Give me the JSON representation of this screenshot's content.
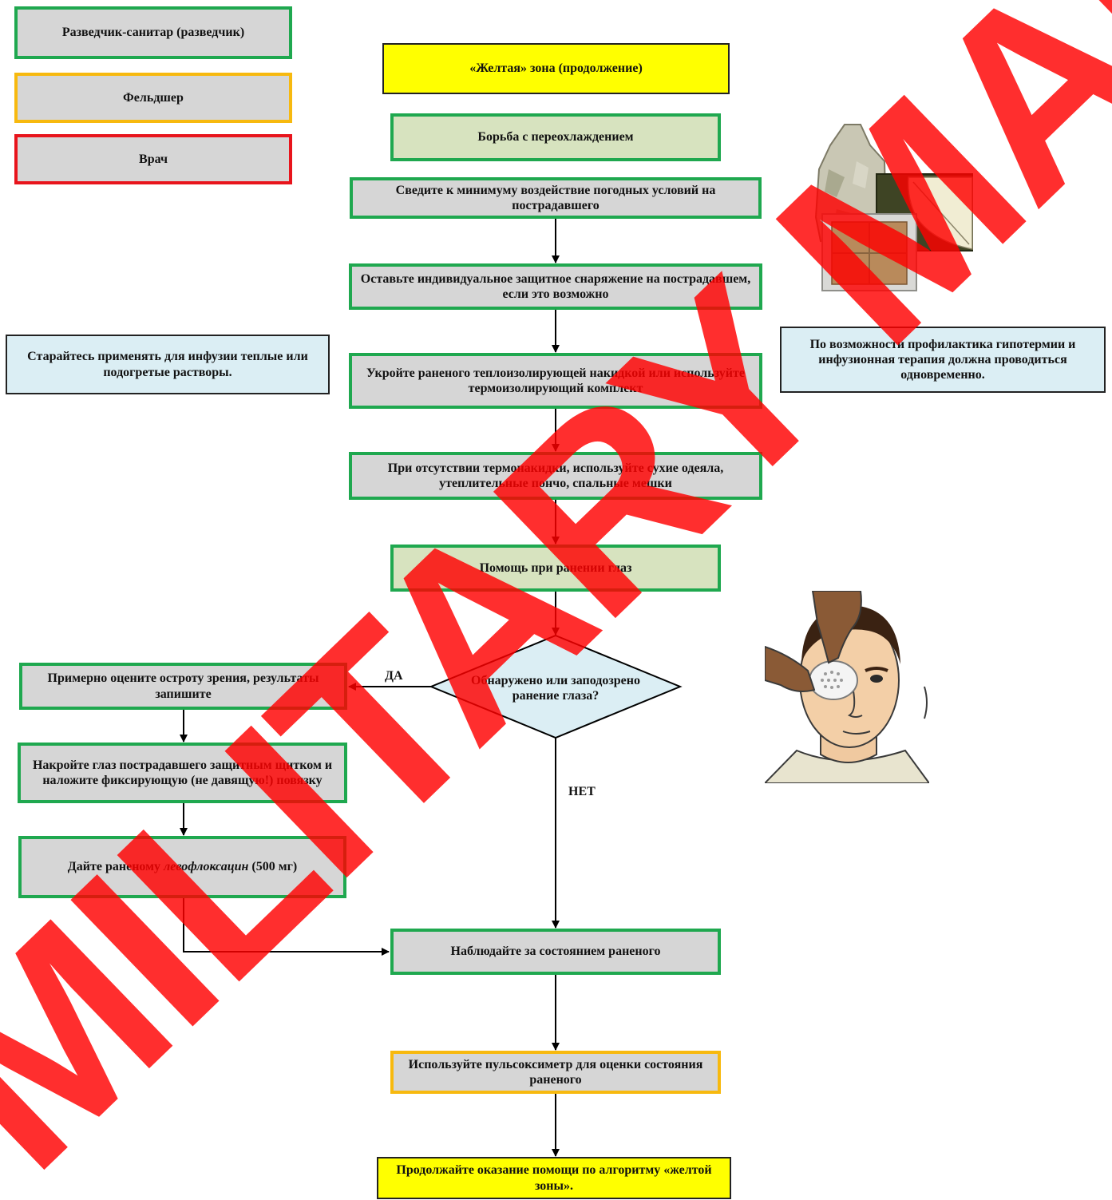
{
  "legend": {
    "scout": "Разведчик-санитар (разведчик)",
    "paramedic": "Фельдшер",
    "doctor": "Врач"
  },
  "colors": {
    "green_border": "#1fa84f",
    "orange_border": "#f7b90f",
    "red_border": "#e8141c",
    "yellow": "#ffff00",
    "info_bg": "#dbeef4",
    "box_bg": "#d6d6d6",
    "section_bg": "#d7e3bf",
    "watermark": "#ff0000"
  },
  "header": "«Желтая» зона (продолжение)",
  "hypothermia": {
    "title": "Борьба с переохлаждением",
    "step1": "Сведите к минимуму воздействие погодных условий на пострадавшего",
    "step2": "Оставьте индивидуальное защитное снаряжение на пострадавшем, если это возможно",
    "step3": "Укройте раненого теплоизолирующей накидкой или используйте термоизолирующий комплект",
    "step4": "При отсутствии термонакидки, используйте сухие одеяла, утеплительные пончо, спальные мешки"
  },
  "notes": {
    "left": "Старайтесь применять для инфузии теплые или подогретые растворы.",
    "right": "По возможности профилактика гипотермии и инфузионная терапия должна проводиться одновременно."
  },
  "eye": {
    "title": "Помощь при ранении глаз",
    "decision": "Обнаружено или заподозрено ранение глаза?",
    "yes": "ДА",
    "no": "НЕТ",
    "yes1": "Примерно оцените остроту зрения, результаты запишите",
    "yes2": "Накройте глаз пострадавшего защитным щитком и наложите фиксирующую (не давящую!) повязку",
    "yes3_pre": "Дайте раненому ",
    "yes3_drug": "левофлоксацин",
    "yes3_post": " (500 мг)"
  },
  "monitor": "Наблюдайте за состоянием раненого",
  "pulseox": "Используйте пульсоксиметр для оценки состояния раненого",
  "continue": "Продолжайте оказание помощи по алгоритму «желтой зоны».",
  "images": {
    "gear": "hypothermia-kit-image",
    "eye": "eye-shield-image"
  },
  "watermark": "MILITARY MAN"
}
